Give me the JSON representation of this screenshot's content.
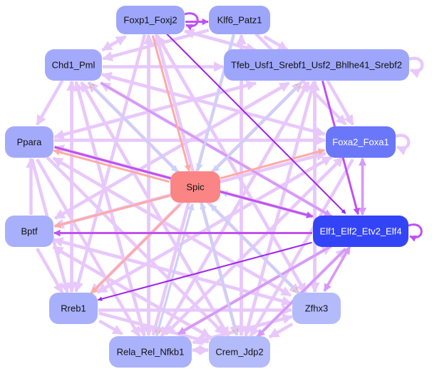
{
  "diagram": {
    "type": "network",
    "colors": {
      "edge_light": "#e8c8fb",
      "edge_medium": "#d79af7",
      "edge_strong": "#c050f3",
      "edge_deep": "#a020f0",
      "edge_red": "#ffaaa6",
      "edge_blue": "#c8d2fa",
      "node_default": "#a8b0fb",
      "node_text_dark": "#111111",
      "node_text_light": "#ffffff"
    },
    "nodes": [
      {
        "id": "foxp1",
        "label": "Foxp1_Foxj2",
        "color": "#9ea6fb",
        "text": "dark",
        "self_loop": "strong"
      },
      {
        "id": "klf6",
        "label": "Klf6_Patz1",
        "color": "#9ea6fb",
        "text": "dark"
      },
      {
        "id": "chd1",
        "label": "Chd1_Pml",
        "color": "#a4aafb",
        "text": "dark"
      },
      {
        "id": "tfeb",
        "label": "Tfeb_Usf1_Srebf1_Usf2_Bhlhe41_Srebf2",
        "color": "#9ea6fb",
        "text": "dark",
        "self_loop": "light"
      },
      {
        "id": "ppara",
        "label": "Ppara",
        "color": "#a4aafb",
        "text": "dark"
      },
      {
        "id": "foxa2",
        "label": "Foxa2_Foxa1",
        "color": "#6b77f9",
        "text": "light",
        "self_loop": "light"
      },
      {
        "id": "spic",
        "label": "Spic",
        "color": "#fb8585",
        "text": "dark"
      },
      {
        "id": "bptf",
        "label": "Bptf",
        "color": "#a8b0fb",
        "text": "dark"
      },
      {
        "id": "elf1",
        "label": "Elf1_Elf2_Etv2_Elf4",
        "color": "#3344f7",
        "text": "light",
        "self_loop": "strong"
      },
      {
        "id": "rreb1",
        "label": "Rreb1",
        "color": "#a8b0fb",
        "text": "dark"
      },
      {
        "id": "zfhx3",
        "label": "Zfhx3",
        "color": "#b4bbfb",
        "text": "dark"
      },
      {
        "id": "rela",
        "label": "Rela_Rel_Nfkb1",
        "color": "#aab2fb",
        "text": "dark"
      },
      {
        "id": "crem",
        "label": "Crem_Jdp2",
        "color": "#b4bbfb",
        "text": "dark"
      }
    ],
    "edges": [
      {
        "from": "foxp1",
        "to": "klf6",
        "kind": "strong"
      },
      {
        "from": "foxp1",
        "to": "chd1",
        "kind": "light"
      },
      {
        "from": "foxp1",
        "to": "tfeb",
        "kind": "light"
      },
      {
        "from": "foxp1",
        "to": "elf1",
        "kind": "deep"
      },
      {
        "from": "foxp1",
        "to": "rreb1",
        "kind": "light"
      },
      {
        "from": "foxp1",
        "to": "rela",
        "kind": "light"
      },
      {
        "from": "foxp1",
        "to": "crem",
        "kind": "light"
      },
      {
        "from": "foxp1",
        "to": "zfhx3",
        "kind": "light"
      },
      {
        "from": "foxp1",
        "to": "spic",
        "kind": "red"
      },
      {
        "from": "klf6",
        "to": "tfeb",
        "kind": "light"
      },
      {
        "from": "klf6",
        "to": "chd1",
        "kind": "light"
      },
      {
        "from": "klf6",
        "to": "rela",
        "kind": "light"
      },
      {
        "from": "klf6",
        "to": "crem",
        "kind": "light"
      },
      {
        "from": "klf6",
        "to": "foxa2",
        "kind": "light"
      },
      {
        "from": "chd1",
        "to": "foxp1",
        "kind": "light"
      },
      {
        "from": "chd1",
        "to": "tfeb",
        "kind": "light"
      },
      {
        "from": "chd1",
        "to": "ppara",
        "kind": "light"
      },
      {
        "from": "chd1",
        "to": "elf1",
        "kind": "medium"
      },
      {
        "from": "chd1",
        "to": "rreb1",
        "kind": "light"
      },
      {
        "from": "chd1",
        "to": "rela",
        "kind": "light"
      },
      {
        "from": "chd1",
        "to": "crem",
        "kind": "light"
      },
      {
        "from": "chd1",
        "to": "zfhx3",
        "kind": "light"
      },
      {
        "from": "chd1",
        "to": "foxa2",
        "kind": "light"
      },
      {
        "from": "spic",
        "to": "chd1",
        "kind": "red"
      },
      {
        "from": "chd1",
        "to": "spic",
        "kind": "blue"
      },
      {
        "from": "tfeb",
        "to": "foxp1",
        "kind": "light"
      },
      {
        "from": "tfeb",
        "to": "foxa2",
        "kind": "light"
      },
      {
        "from": "tfeb",
        "to": "elf1",
        "kind": "strong"
      },
      {
        "from": "tfeb",
        "to": "ppara",
        "kind": "light"
      },
      {
        "from": "tfeb",
        "to": "bptf",
        "kind": "light"
      },
      {
        "from": "tfeb",
        "to": "rreb1",
        "kind": "light"
      },
      {
        "from": "tfeb",
        "to": "rela",
        "kind": "light"
      },
      {
        "from": "tfeb",
        "to": "crem",
        "kind": "light"
      },
      {
        "from": "tfeb",
        "to": "zfhx3",
        "kind": "light"
      },
      {
        "from": "spic",
        "to": "tfeb",
        "kind": "red"
      },
      {
        "from": "tfeb",
        "to": "spic",
        "kind": "blue"
      },
      {
        "from": "ppara",
        "to": "tfeb",
        "kind": "light"
      },
      {
        "from": "ppara",
        "to": "foxa2",
        "kind": "light"
      },
      {
        "from": "ppara",
        "to": "elf1",
        "kind": "strong"
      },
      {
        "from": "ppara",
        "to": "rreb1",
        "kind": "light"
      },
      {
        "from": "ppara",
        "to": "rela",
        "kind": "light"
      },
      {
        "from": "ppara",
        "to": "crem",
        "kind": "light"
      },
      {
        "from": "ppara",
        "to": "zfhx3",
        "kind": "light"
      },
      {
        "from": "spic",
        "to": "ppara",
        "kind": "red"
      },
      {
        "from": "foxa2",
        "to": "elf1",
        "kind": "medium"
      },
      {
        "from": "elf1",
        "to": "foxa2",
        "kind": "medium"
      },
      {
        "from": "foxa2",
        "to": "chd1",
        "kind": "light"
      },
      {
        "from": "foxa2",
        "to": "bptf",
        "kind": "light"
      },
      {
        "from": "foxa2",
        "to": "rreb1",
        "kind": "light"
      },
      {
        "from": "foxa2",
        "to": "rela",
        "kind": "light"
      },
      {
        "from": "foxa2",
        "to": "crem",
        "kind": "light"
      },
      {
        "from": "spic",
        "to": "foxa2",
        "kind": "red"
      },
      {
        "from": "bptf",
        "to": "ppara",
        "kind": "light"
      },
      {
        "from": "bptf",
        "to": "rreb1",
        "kind": "light"
      },
      {
        "from": "bptf",
        "to": "tfeb",
        "kind": "light"
      },
      {
        "from": "bptf",
        "to": "foxa2",
        "kind": "light"
      },
      {
        "from": "bptf",
        "to": "zfhx3",
        "kind": "light"
      },
      {
        "from": "bptf",
        "to": "crem",
        "kind": "light"
      },
      {
        "from": "elf1",
        "to": "bptf",
        "kind": "strong"
      },
      {
        "from": "spic",
        "to": "bptf",
        "kind": "red"
      },
      {
        "from": "elf1",
        "to": "rreb1",
        "kind": "deep"
      },
      {
        "from": "elf1",
        "to": "rela",
        "kind": "medium"
      },
      {
        "from": "elf1",
        "to": "crem",
        "kind": "medium"
      },
      {
        "from": "elf1",
        "to": "zfhx3",
        "kind": "medium"
      },
      {
        "from": "elf1",
        "to": "chd1",
        "kind": "light"
      },
      {
        "from": "elf1",
        "to": "ppara",
        "kind": "light"
      },
      {
        "from": "spic",
        "to": "elf1",
        "kind": "red"
      },
      {
        "from": "elf1",
        "to": "spic",
        "kind": "blue"
      },
      {
        "from": "rreb1",
        "to": "zfhx3",
        "kind": "light"
      },
      {
        "from": "rreb1",
        "to": "rela",
        "kind": "light"
      },
      {
        "from": "rreb1",
        "to": "crem",
        "kind": "light"
      },
      {
        "from": "rreb1",
        "to": "tfeb",
        "kind": "light"
      },
      {
        "from": "rreb1",
        "to": "foxa2",
        "kind": "light"
      },
      {
        "from": "rreb1",
        "to": "chd1",
        "kind": "light"
      },
      {
        "from": "spic",
        "to": "rreb1",
        "kind": "red"
      },
      {
        "from": "zfhx3",
        "to": "rela",
        "kind": "light"
      },
      {
        "from": "zfhx3",
        "to": "crem",
        "kind": "light"
      },
      {
        "from": "zfhx3",
        "to": "chd1",
        "kind": "light"
      },
      {
        "from": "zfhx3",
        "to": "ppara",
        "kind": "light"
      },
      {
        "from": "zfhx3",
        "to": "bptf",
        "kind": "light"
      },
      {
        "from": "zfhx3",
        "to": "foxp1",
        "kind": "light"
      },
      {
        "from": "zfhx3",
        "to": "tfeb",
        "kind": "light"
      },
      {
        "from": "zfhx3",
        "to": "elf1",
        "kind": "medium"
      },
      {
        "from": "spic",
        "to": "zfhx3",
        "kind": "red"
      },
      {
        "from": "zfhx3",
        "to": "spic",
        "kind": "blue"
      },
      {
        "from": "rela",
        "to": "crem",
        "kind": "light"
      },
      {
        "from": "crem",
        "to": "rela",
        "kind": "light"
      },
      {
        "from": "rela",
        "to": "foxp1",
        "kind": "light"
      },
      {
        "from": "rela",
        "to": "tfeb",
        "kind": "light"
      },
      {
        "from": "rela",
        "to": "foxa2",
        "kind": "light"
      },
      {
        "from": "rela",
        "to": "elf1",
        "kind": "light"
      },
      {
        "from": "rela",
        "to": "zfhx3",
        "kind": "light"
      },
      {
        "from": "rela",
        "to": "chd1",
        "kind": "light"
      },
      {
        "from": "spic",
        "to": "rela",
        "kind": "red"
      },
      {
        "from": "rela",
        "to": "spic",
        "kind": "blue"
      },
      {
        "from": "crem",
        "to": "foxp1",
        "kind": "light"
      },
      {
        "from": "crem",
        "to": "tfeb",
        "kind": "light"
      },
      {
        "from": "crem",
        "to": "chd1",
        "kind": "light"
      },
      {
        "from": "crem",
        "to": "bptf",
        "kind": "light"
      },
      {
        "from": "crem",
        "to": "elf1",
        "kind": "light"
      },
      {
        "from": "crem",
        "to": "klf6",
        "kind": "light"
      },
      {
        "from": "spic",
        "to": "crem",
        "kind": "red"
      },
      {
        "from": "crem",
        "to": "spic",
        "kind": "blue"
      },
      {
        "from": "klf6",
        "to": "spic",
        "kind": "blue"
      }
    ]
  }
}
